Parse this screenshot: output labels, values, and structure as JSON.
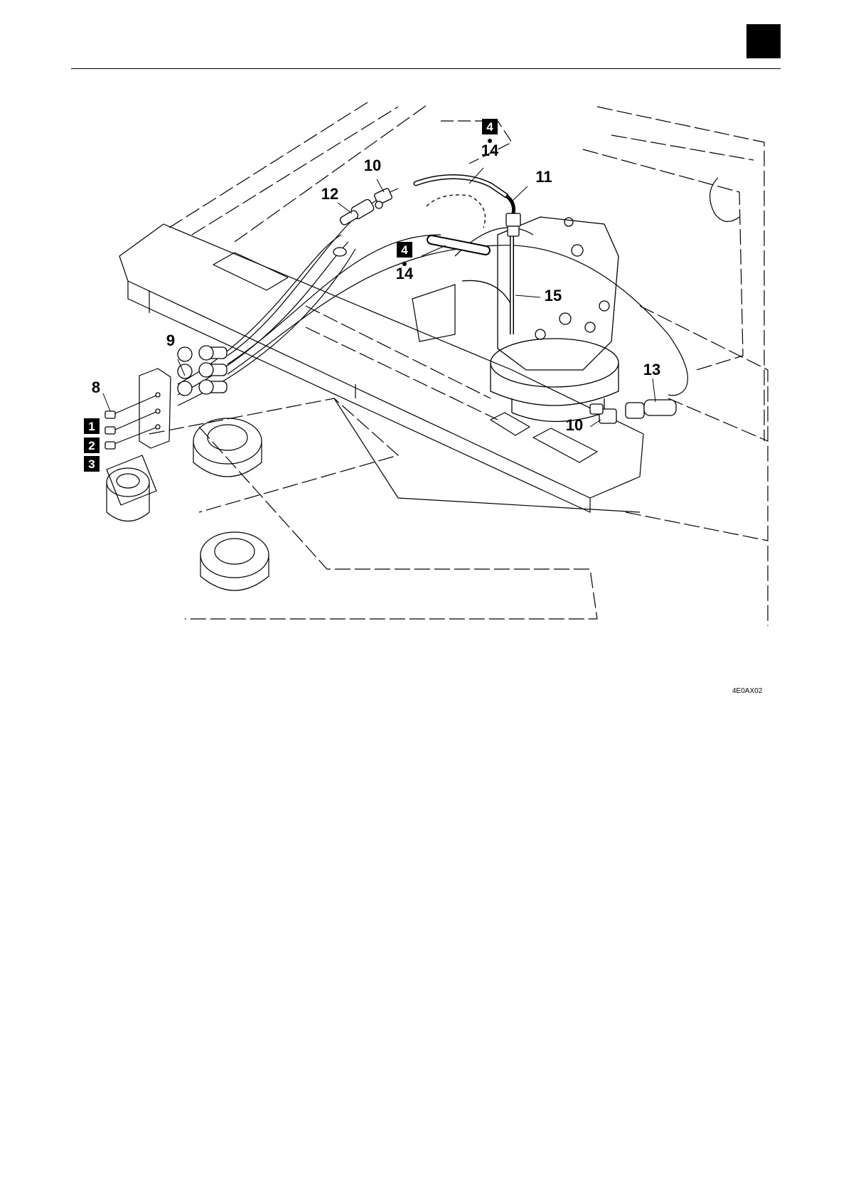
{
  "figure": {
    "code": "4E0AX02",
    "callouts": {
      "c8": "8",
      "c9": "9",
      "c10a": "10",
      "c10b": "10",
      "c11": "11",
      "c12": "12",
      "c13": "13",
      "c14a": "14",
      "c14b": "14",
      "c15": "15"
    },
    "boxed_labels": {
      "b1": "1",
      "b2": "2",
      "b3": "3",
      "b4a": "4",
      "b4b": "4"
    }
  },
  "colors": {
    "ink": "#000000",
    "paper": "#ffffff"
  }
}
